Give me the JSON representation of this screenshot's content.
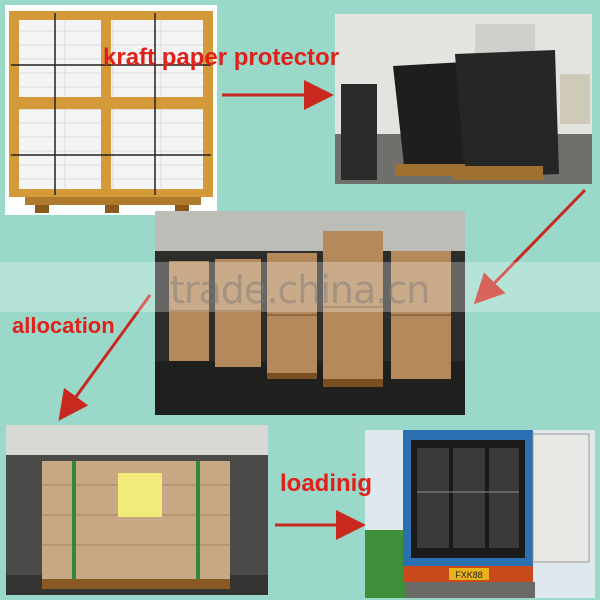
{
  "labels": {
    "kraft": "kraft paper protector",
    "allocation": "allocation",
    "loading": "loadinig"
  },
  "watermark": "trade.china.cn",
  "container_code": "FXK88",
  "colors": {
    "background": "#9ad9c9",
    "label": "#e0201a",
    "arrow": "#c8281e",
    "kraft": "#c98a3c",
    "pallet": "#d49a3a",
    "container_blue": "#2a6fb0"
  }
}
